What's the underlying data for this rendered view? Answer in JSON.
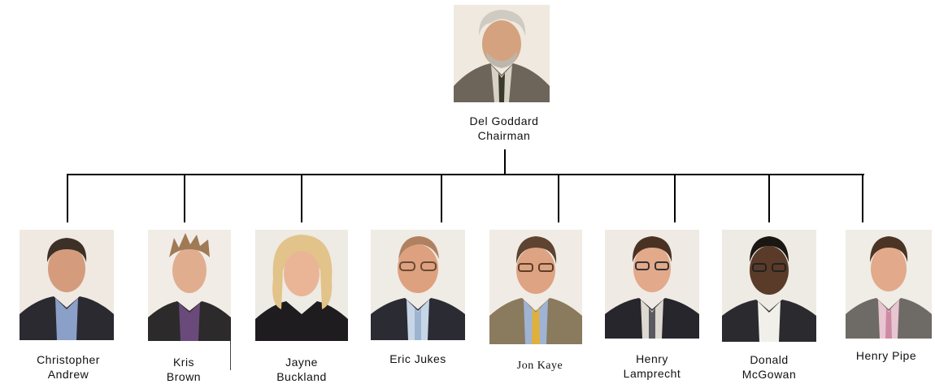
{
  "chairman": {
    "name": "Del Goddard",
    "title": "Chairman"
  },
  "members": [
    {
      "line1": "Christopher",
      "line2": "Andrew"
    },
    {
      "line1": "Kris",
      "line2": "Brown"
    },
    {
      "line1": "Jayne",
      "line2": "Buckland"
    },
    {
      "line1": "Eric Jukes",
      "line2": ""
    },
    {
      "line1": "Jon Kaye",
      "line2": ""
    },
    {
      "line1": "Henry",
      "line2": "Lamprecht"
    },
    {
      "line1": "Donald",
      "line2": "McGowan"
    },
    {
      "line1": "Henry Pipe",
      "line2": ""
    }
  ],
  "colors": {
    "line": "#000000",
    "background": "#ffffff",
    "text": "#111111"
  }
}
